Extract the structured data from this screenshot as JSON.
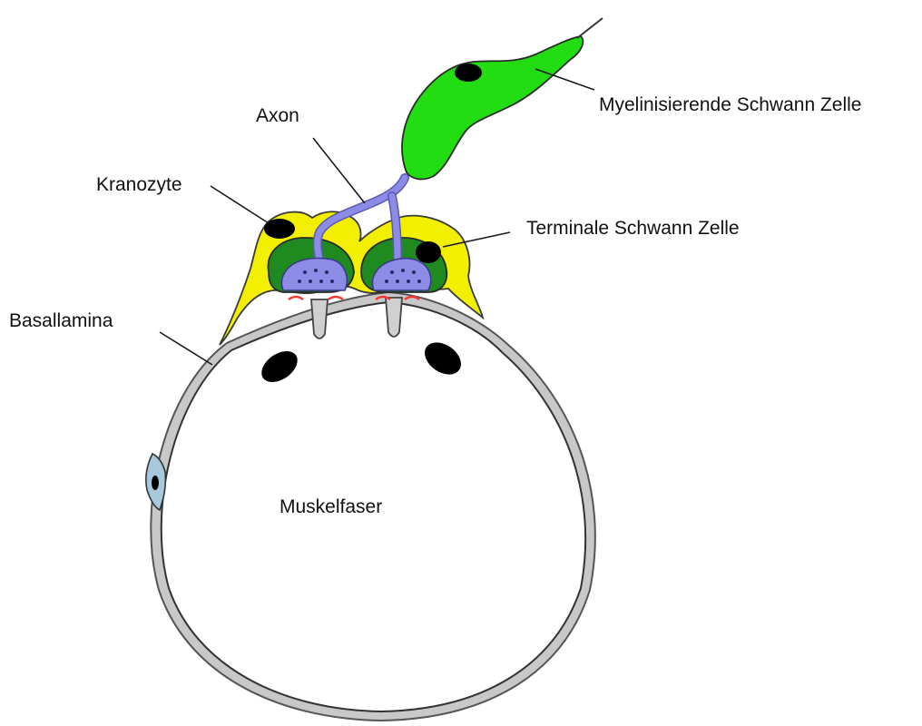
{
  "labels": {
    "myelinating_schwann": "Myelinisierende Schwann Zelle",
    "axon": "Axon",
    "kranocyte": "Kranozyte",
    "terminal_schwann": "Terminale Schwann Zelle",
    "basal_lamina": "Basallamina",
    "muscle_fiber": "Muskelfaser"
  },
  "colors": {
    "myelinating_schwann": "#22dd11",
    "terminal_schwann": "#1f8a1f",
    "kranocyte": "#f2f000",
    "axon": "#8c8ce6",
    "basal_lamina": "#c8c8c8",
    "muscle_fiber": "#ffffff",
    "nucleus": "#000000",
    "receptors": "#ff3333",
    "fibroblast": "#a8c8dc"
  }
}
